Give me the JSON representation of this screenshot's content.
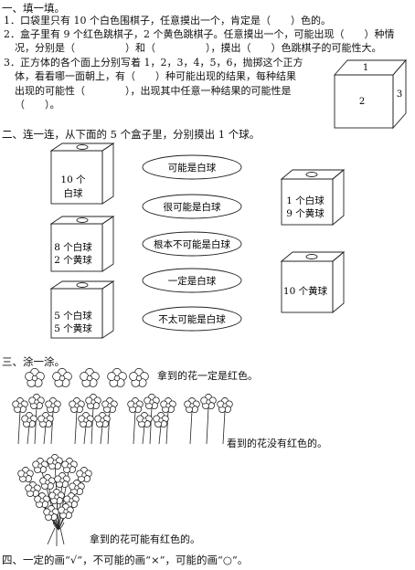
{
  "section1": {
    "heading": "一、填一填。",
    "q1": "1．口袋里只有 10 个白色围棋子，任意摸出一个，肯定是（　　）色的。",
    "q2_line1": "2．盒子里有 9 个红色跳棋子，2 个黄色跳棋子。任意摸出一个，可能出现（　　）种情",
    "q2_line2": "况，分别是（　　　　　）和（　　　　　），摸出（　　）色跳棋子的可能性大。",
    "q3_line1": "3．正方体的各个面上分别写着 1，2，3，4，5，6，抛掷这个正方",
    "q3_line2": "体，看看哪一面朝上，有（　　）种可能出现的结果，每种结果",
    "q3_line3": "出现的可能性（　　　　），出现其中任意一种结果的可能性是",
    "q3_line4": "（　　）。",
    "cube_faces": [
      "1",
      "2",
      "3"
    ]
  },
  "section2": {
    "heading": "二、连一连，从下面的 5 个盒子里，分别摸出 1 个球。",
    "left_boxes": [
      {
        "line1": "10 个",
        "line2": "白球"
      },
      {
        "line1": "8 个白球",
        "line2": "2 个黄球"
      },
      {
        "line1": "5 个白球",
        "line2": "5 个黄球"
      }
    ],
    "ovals": [
      "可能是白球",
      "很可能是白球",
      "根本不可能是白球",
      "一定是白球",
      "不太可能是白球"
    ],
    "right_boxes": [
      {
        "line1": "1 个白球",
        "line2": "9 个黄球"
      },
      {
        "line1": "10 个黄球",
        "line2": ""
      }
    ]
  },
  "section3": {
    "heading": "三、涂一涂。",
    "caption1": "拿到的花一定是红色。",
    "caption2": "看到的花没有红色的。",
    "caption3": "拿到的花可能有红色的。"
  },
  "section4": {
    "heading": "四、一定的画“√”，不可能的画“×”，可能的画“○”。"
  }
}
